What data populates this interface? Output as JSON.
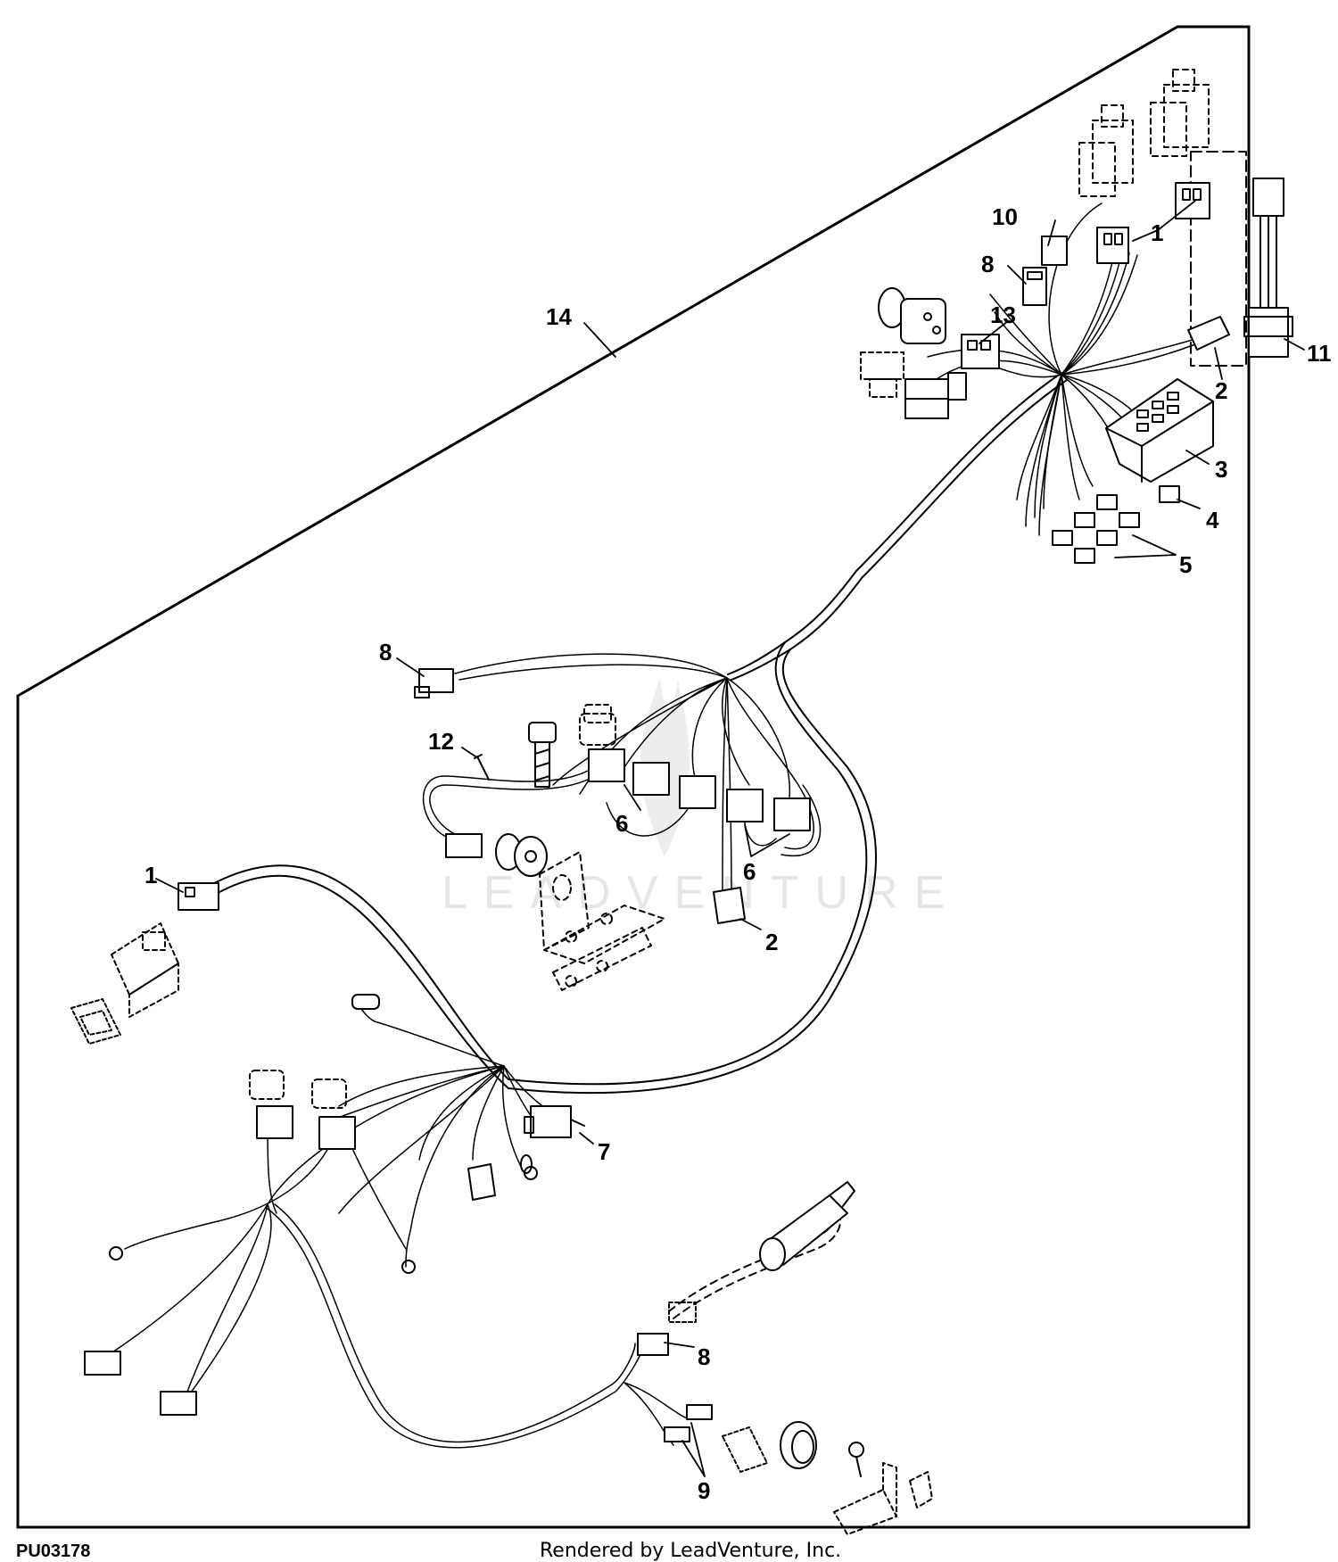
{
  "figure": {
    "id_code": "PU03178",
    "watermark": "LEADVENTURE",
    "footer": "Rendered by LeadVenture, Inc."
  },
  "callouts": [
    {
      "id": "c14",
      "label": "14"
    },
    {
      "id": "c10",
      "label": "10"
    },
    {
      "id": "c8a",
      "label": "8"
    },
    {
      "id": "c1a",
      "label": "1"
    },
    {
      "id": "c13",
      "label": "13"
    },
    {
      "id": "c11",
      "label": "11"
    },
    {
      "id": "c2a",
      "label": "2"
    },
    {
      "id": "c3",
      "label": "3"
    },
    {
      "id": "c4",
      "label": "4"
    },
    {
      "id": "c5",
      "label": "5"
    },
    {
      "id": "c8b",
      "label": "8"
    },
    {
      "id": "c12",
      "label": "12"
    },
    {
      "id": "c6a",
      "label": "6"
    },
    {
      "id": "c6b",
      "label": "6"
    },
    {
      "id": "c2b",
      "label": "2"
    },
    {
      "id": "c1b",
      "label": "1"
    },
    {
      "id": "c7",
      "label": "7"
    },
    {
      "id": "c8c",
      "label": "8"
    },
    {
      "id": "c9",
      "label": "9"
    }
  ],
  "colors": {
    "line": "#000000",
    "background": "#ffffff",
    "watermark": "#e6e6e6"
  }
}
